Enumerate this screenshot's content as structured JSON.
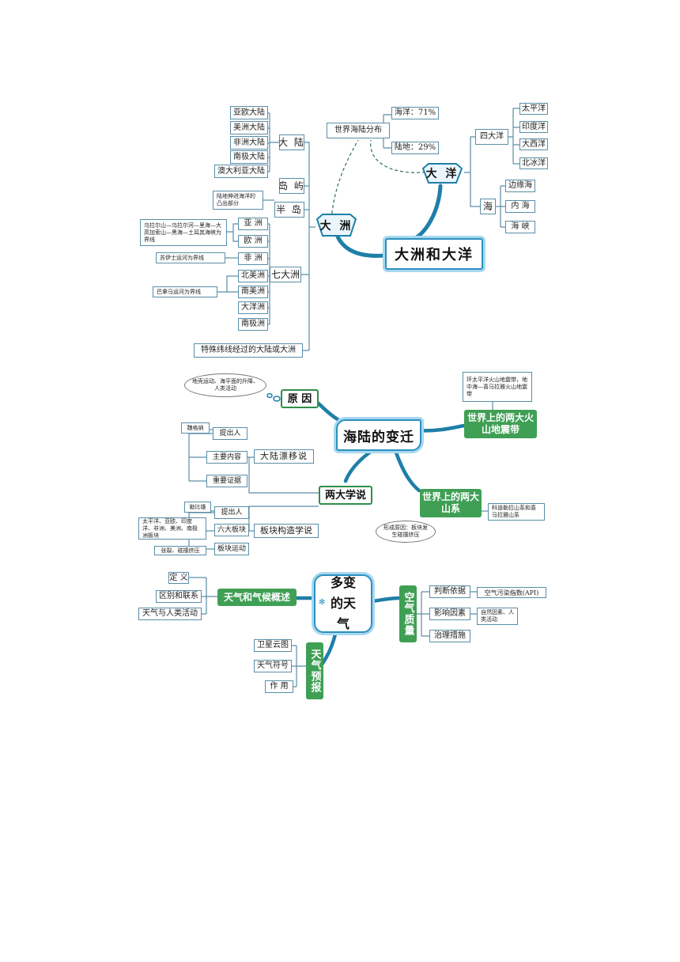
{
  "colors": {
    "line": "#5a8ea8",
    "hub": "#1e7fa8",
    "green": "#3f9f55",
    "dash": "#2f6f5a"
  },
  "map1": {
    "title": "大洲和大洋",
    "dazhou": "大 洲",
    "dayang": "大 洋",
    "dalu": "大 陆",
    "daoyu": "岛 屿",
    "bandao": "半 岛",
    "qidazhou": "七大洲",
    "special": "特殊纬线经过的大陆或大洲",
    "bandao_def": "陆地伸进海洋的凸出部分",
    "continents": [
      "亚欧大陆",
      "美洲大陆",
      "非洲大陆",
      "南极大陆",
      "澳大利亚大陆"
    ],
    "seven": [
      "亚 洲",
      "欧 洲",
      "非 洲",
      "北美洲",
      "南美洲",
      "大洋洲",
      "南极洲"
    ],
    "asia_eu_border": "乌拉尔山—乌拉尔河—里海—大高加索山—黑海—土耳其海峡为界线",
    "asia_af_border": "苏伊士运河为界线",
    "americas_border": "巴拿马运河为界线",
    "haiyang": "世界海陆分布",
    "ocean_pct": "海洋：71%",
    "land_pct": "陆地：29%",
    "sidayang": "四大洋",
    "oceans": [
      "太平洋",
      "印度洋",
      "大西洋",
      "北冰洋"
    ],
    "hai": "海",
    "seas": [
      "边缘海",
      "内 海",
      "海 峡"
    ]
  },
  "map2": {
    "title": "海陆的变迁",
    "reason": "原 因",
    "reason_note": "地壳运动、海平面的升降、人类活动",
    "zone": "世界上的两大火山地震带",
    "zone_note": "环太平洋火山地震带，地中海—喜马拉雅火山地震带",
    "theory": "两大学说",
    "drift": "大陆漂移说",
    "plate": "板块构造学说",
    "drift_items": [
      "提出人",
      "主要内容",
      "重要证据"
    ],
    "drift_person": "魏格纳",
    "plate_items": [
      "提出人",
      "六大板块",
      "板块运动"
    ],
    "plate_person": "勒比雄",
    "six_plates": "太平洋、亚欧、印度洋、非洲、美洲、南极洲板块",
    "plate_motion": "张裂、碰撞挤压",
    "mountains": "世界上的两大山系",
    "mountains_note": "科迪勒拉山系和喜马拉雅山系",
    "cause": "形成原因：板块发生碰撞挤压"
  },
  "map3": {
    "title": "多变的天气",
    "overview": "天气和气候概述",
    "overview_items": [
      "定 义",
      "区别和联系",
      "天气与人类活动"
    ],
    "air": "空气质量",
    "air_items": [
      "判断依据",
      "影响因素",
      "治理措施"
    ],
    "api": "空气污染指数(API)",
    "factors": "自然因素、人类活动",
    "forecast": "天气预报",
    "forecast_items": [
      "卫星云图",
      "天气符号",
      "作 用"
    ]
  }
}
